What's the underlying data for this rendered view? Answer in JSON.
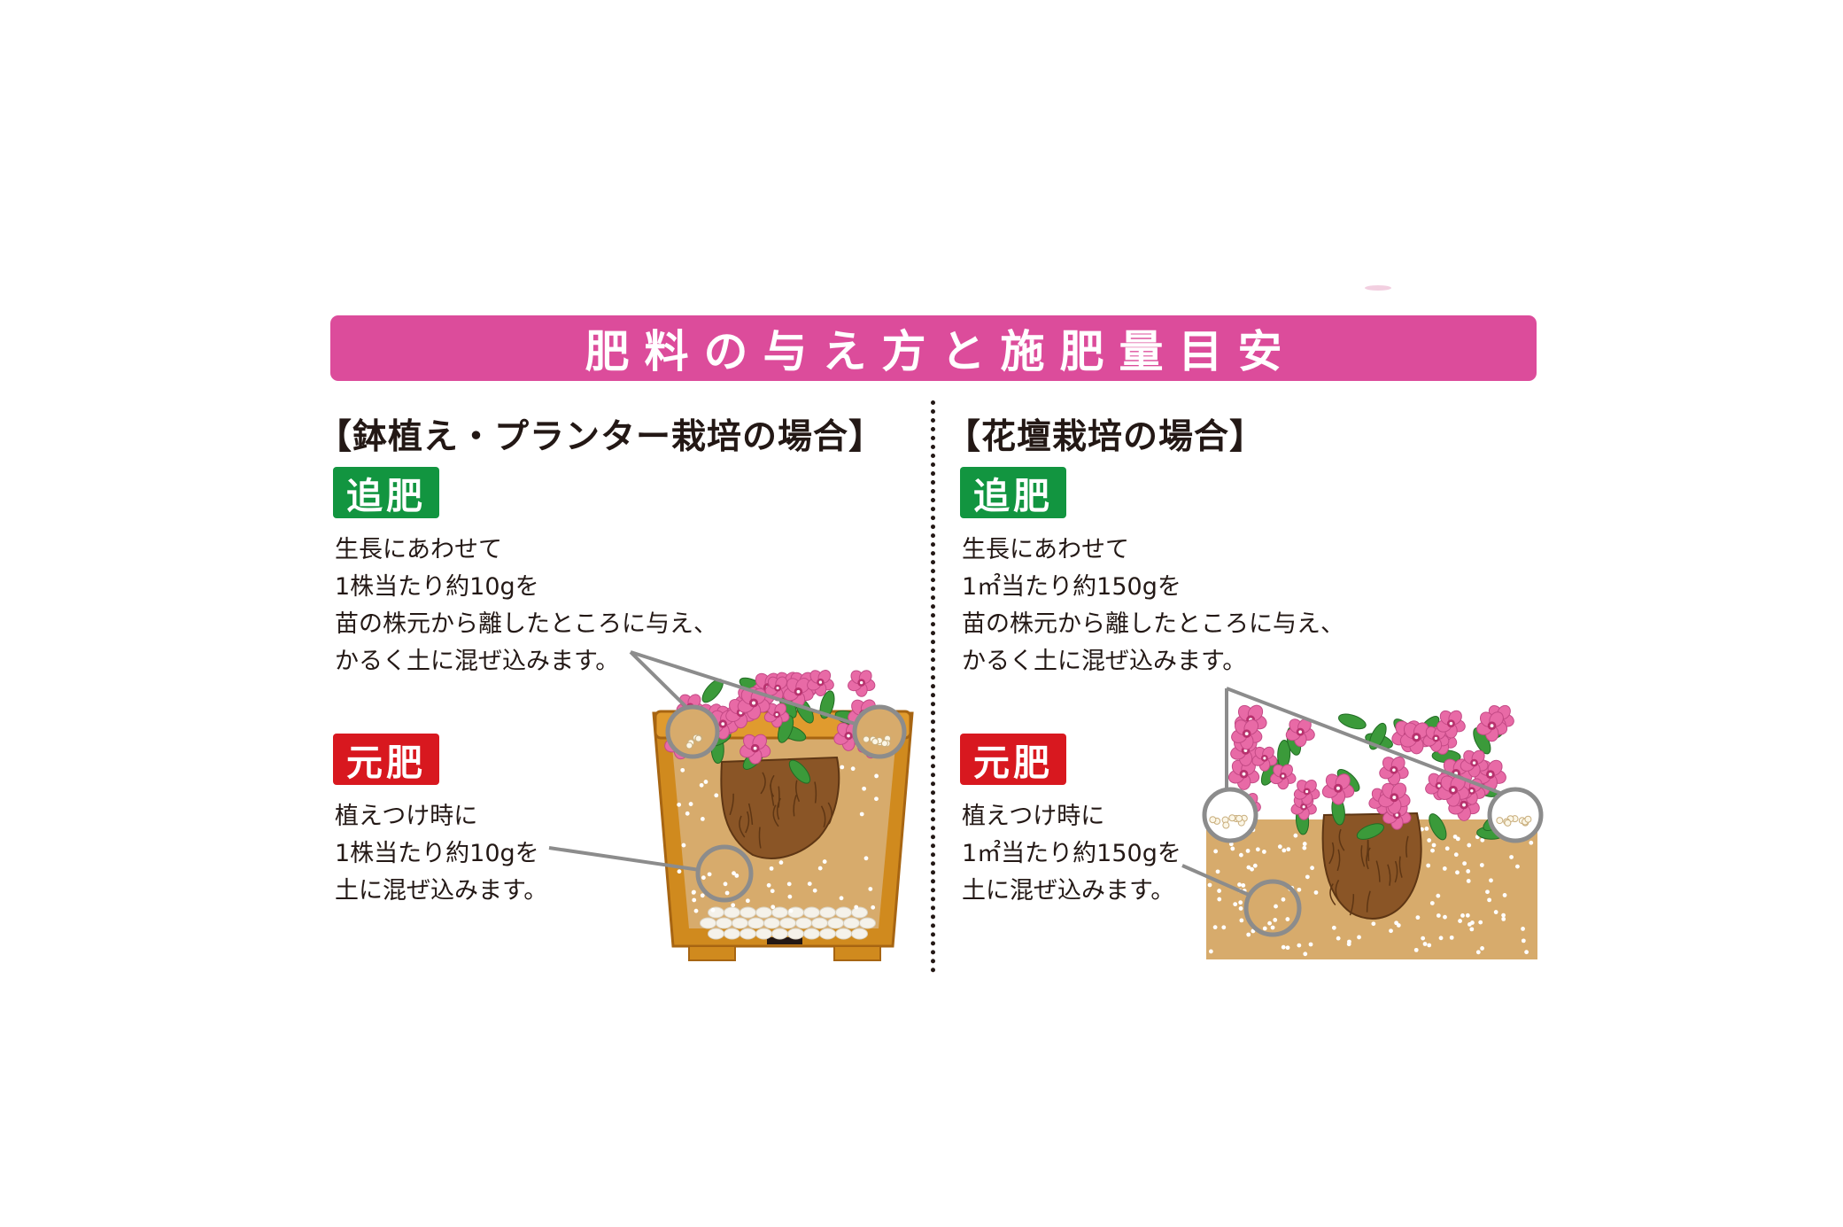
{
  "header": {
    "title": "肥料の与え方と施肥量目安"
  },
  "colors": {
    "banner": "#dc4c9b",
    "topdress_badge": "#129540",
    "base_badge": "#d8181f",
    "soil": "#d7ab6c",
    "pot": "#d08a1e",
    "flower": "#e86aa6"
  },
  "left": {
    "title": "【鉢植え・プランター栽培の場合】",
    "topdress": {
      "badge": "追肥",
      "lines": [
        "生長にあわせて",
        "1株当たり約10gを",
        "苗の株元から離したところに与え、",
        "かるく土に混ぜ込みます。"
      ]
    },
    "base": {
      "badge": "元肥",
      "lines": [
        "植えつけ時に",
        "1株当たり約10gを",
        "土に混ぜ込みます。"
      ]
    }
  },
  "right": {
    "title": "【花壇栽培の場合】",
    "topdress": {
      "badge": "追肥",
      "lines": [
        "生長にあわせて",
        "1㎡当たり約150gを",
        "苗の株元から離したところに与え、",
        "かるく土に混ぜ込みます。"
      ]
    },
    "base": {
      "badge": "元肥",
      "lines": [
        "植えつけ時に",
        "1㎡当たり約150gを",
        "土に混ぜ込みます。"
      ]
    }
  }
}
